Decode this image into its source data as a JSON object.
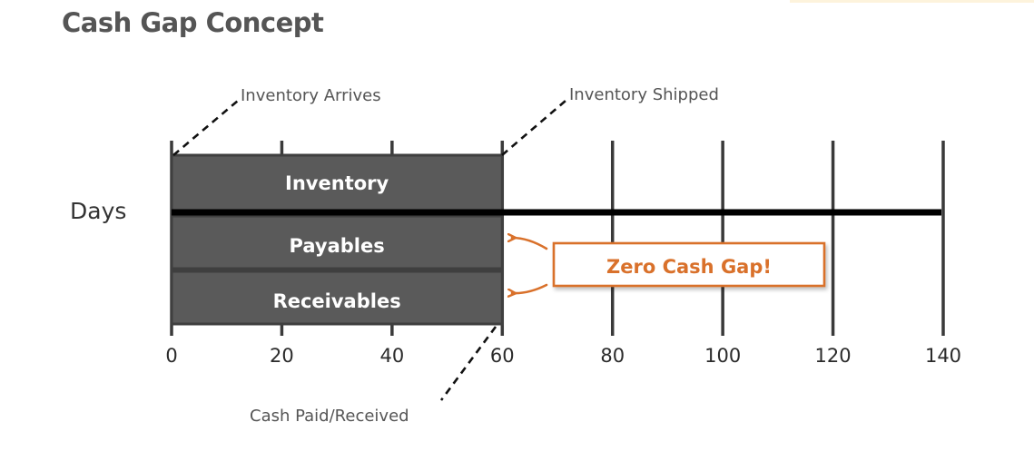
{
  "title": "Cash Gap Concept",
  "axis": {
    "label": "Days",
    "min": 0,
    "max": 140,
    "ticks": [
      0,
      20,
      40,
      60,
      80,
      100,
      120,
      140
    ]
  },
  "bars": [
    {
      "label": "Inventory",
      "start": 0,
      "end": 60
    },
    {
      "label": "Payables",
      "start": 0,
      "end": 60
    },
    {
      "label": "Receivables",
      "start": 0,
      "end": 60
    }
  ],
  "events": {
    "inventory_arrives": {
      "label": "Inventory Arrives",
      "day": 0
    },
    "inventory_shipped": {
      "label": "Inventory Shipped",
      "day": 60
    },
    "cash_paid_received": {
      "label": "Cash Paid/Received",
      "day": 60
    }
  },
  "callout": {
    "label": "Zero Cash Gap!"
  },
  "colors": {
    "bar_fill": "#5a5a5a",
    "bar_border": "#3f3f3f",
    "axis_line": "#000000",
    "tick_line": "#3a3a3a",
    "callout_accent": "#d9712b",
    "title": "#555555"
  }
}
